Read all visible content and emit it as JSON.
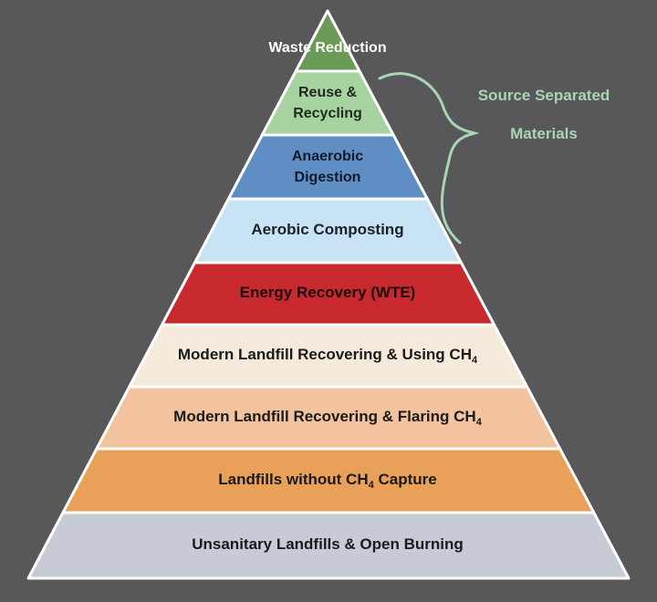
{
  "tiers": [
    {
      "line1": "Waste Reduction",
      "line2": "",
      "sub": "",
      "after": "",
      "fill": "#6a9a55",
      "text": "#ffffff"
    },
    {
      "line1": "Reuse &",
      "line2": "Recycling",
      "sub": "",
      "after": "",
      "fill": "#a6d3a0",
      "text": "#1e2a1e"
    },
    {
      "line1": "Anaerobic",
      "line2": "Digestion",
      "sub": "",
      "after": "",
      "fill": "#5f8ec4",
      "text": "#111a2a"
    },
    {
      "line1": "Aerobic Composting",
      "line2": "",
      "sub": "",
      "after": "",
      "fill": "#c8e3f3",
      "text": "#1a1f2a"
    },
    {
      "line1": "Energy Recovery (WTE)",
      "line2": "",
      "sub": "",
      "after": "",
      "fill": "#c8292e",
      "text": "#1a0a0a"
    },
    {
      "line1": "Modern Landfill Recovering & Using CH",
      "line2": "",
      "sub": "4",
      "after": "",
      "fill": "#f6eadd",
      "text": "#1a1a1a"
    },
    {
      "line1": "Modern Landfill Recovering & Flaring CH",
      "line2": "",
      "sub": "4",
      "after": "",
      "fill": "#f2c39e",
      "text": "#1a1a1a"
    },
    {
      "line1": "Landfills without CH",
      "line2": "",
      "sub": "4",
      "after": " Capture",
      "fill": "#e9a059",
      "text": "#1a1a1a"
    },
    {
      "line1": "Unsanitary Landfills & Open Burning",
      "line2": "",
      "sub": "",
      "after": "",
      "fill": "#c6cbd6",
      "text": "#1a1a1a"
    }
  ],
  "brace": {
    "line1": "Source Separated",
    "line2": "Materials",
    "color": "#a8d5b2"
  },
  "colors": {
    "background": "#58585a",
    "separator": "#ffffff"
  }
}
